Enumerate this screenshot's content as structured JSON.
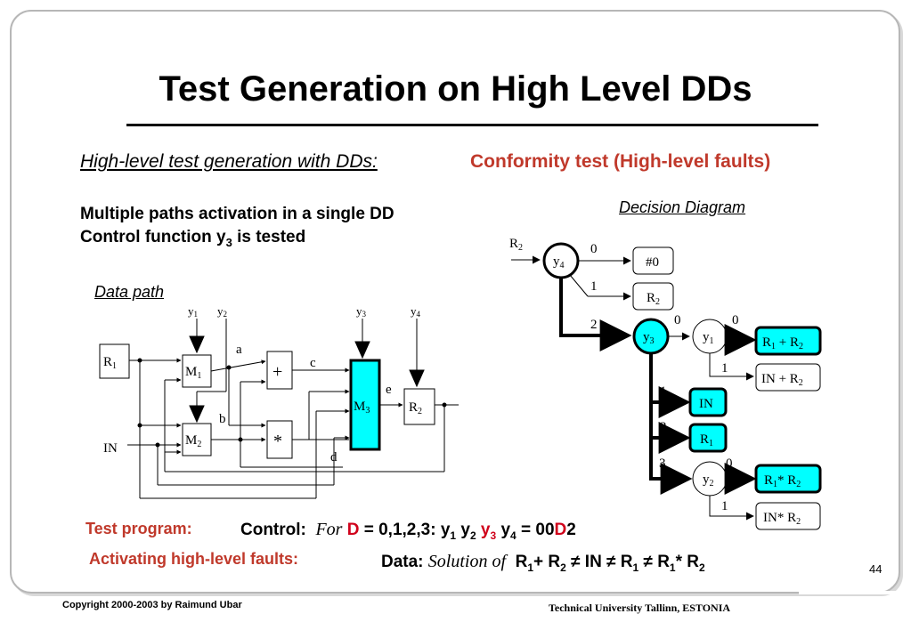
{
  "slide": {
    "title": "Test Generation on High Level DDs",
    "subtitle_left": "High-level test generation with DDs:",
    "subtitle_right": "Conformity test (High-level faults)",
    "line1": "Multiple paths activation in a single DD",
    "line2_prefix": "Control function y",
    "line2_sub": "3",
    "line2_suffix": " is tested",
    "data_path_label": "Data path",
    "dd_label": "Decision Diagram",
    "page_number": "44",
    "footer_left": "Copyright 2000-2003 by Raimund Ubar",
    "footer_right": "Technical University Tallinn, ESTONIA"
  },
  "test_program": {
    "label": "Test program:",
    "control_label": "Control:",
    "for_word": "For",
    "d1": "D",
    "range": " = 0,1,2,3:  y",
    "s1": "1",
    "y2": " y",
    "s2": "2",
    "y3": " y",
    "s3": "3",
    "y4": " y",
    "s4": "4",
    "eq": " = 00",
    "d2": "D",
    "tail": "2"
  },
  "activating": {
    "label": "Activating high-level faults:",
    "data_label": "Data:",
    "solution_word": "Solution of",
    "expr_a": "R",
    "expr_a_sub": "1",
    "expr_plus": "+ R",
    "expr_b_sub": "2",
    "expr_ne1": " ≠ IN ≠ R",
    "expr_c_sub": "1",
    "expr_ne2": " ≠ R",
    "expr_d_sub": "1",
    "expr_times": "* R",
    "expr_e_sub": "2"
  },
  "data_path": {
    "r1": "R",
    "r1_sub": "1",
    "in": "IN",
    "m1": "M",
    "m1_sub": "1",
    "m2": "M",
    "m2_sub": "2",
    "m3": "M",
    "m3_sub": "3",
    "r2": "R",
    "r2_sub": "2",
    "plus": "+",
    "star": "*",
    "a": "a",
    "b": "b",
    "c": "c",
    "d": "d",
    "e": "e",
    "y": "y",
    "ys1": "1",
    "ys2": "2",
    "ys3": "3",
    "ys4": "4"
  },
  "dd": {
    "r2_in": "R",
    "r2_in_sub": "2",
    "y4": "y",
    "y4_sub": "4",
    "y3": "y",
    "y3_sub": "3",
    "y1": "y",
    "y1_sub": "1",
    "y2": "y",
    "y2_sub": "2",
    "t_hash0": "#0",
    "t_r2": "R",
    "t_r2_sub": "2",
    "t_r1r2": "R",
    "t_r1r2_s1": "1",
    "t_r1r2_mid": " + R",
    "t_r1r2_s2": "2",
    "t_inr2": "IN + R",
    "t_inr2_sub": "2",
    "t_in": "IN",
    "t_r1": "R",
    "t_r1_sub": "1",
    "t_r1xr2": "R",
    "t_r1xr2_s1": "1",
    "t_r1xr2_mid": "* R",
    "t_r1xr2_s2": "2",
    "t_inxr2": "IN*  R",
    "t_inxr2_sub": "2",
    "e0a": "0",
    "e1a": "1",
    "e2a": "2",
    "e0b": "0",
    "e0c": "0",
    "e1b": "1",
    "e1c": "1",
    "e2b": "2",
    "e3": "3",
    "e0d": "0",
    "e1d": "1"
  },
  "colors": {
    "highlight": "#00ffff",
    "red": "#c0392b",
    "frame": "#b7b7b7"
  }
}
